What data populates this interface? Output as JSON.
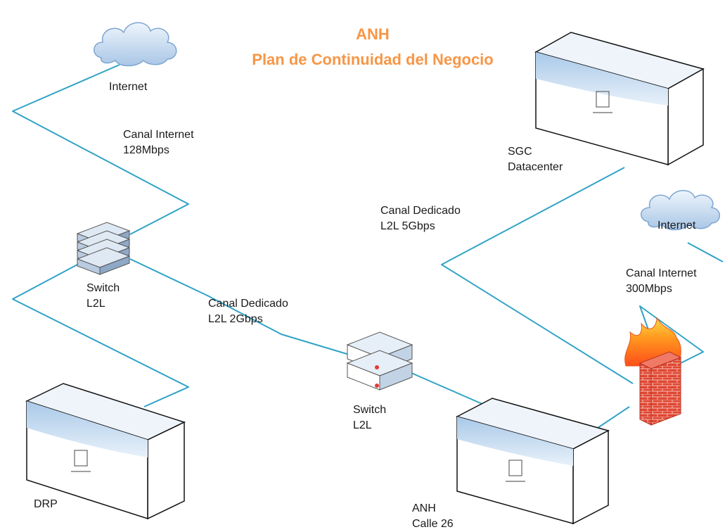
{
  "title": {
    "line1": "ANH",
    "line2": "Plan de Continuidad del Negocio"
  },
  "colors": {
    "title": "#f79646",
    "link": "#31a3c6",
    "cloud": "#bcd5ef",
    "device_face": "#c9dff4",
    "firewall_brick": "#e04632",
    "flame": "#ff9a1f"
  },
  "nodes": {
    "internet_top": {
      "label": "Internet",
      "icon": "cloud-icon"
    },
    "internet_right": {
      "label": "Internet",
      "icon": "cloud-icon"
    },
    "switch_left": {
      "line1": "Switch",
      "line2": "L2L",
      "icon": "switch-stack-icon"
    },
    "switch_center": {
      "line1": "Switch",
      "line2": "L2L",
      "icon": "switch-stack-icon"
    },
    "sgc": {
      "line1": "SGC",
      "line2": "Datacenter",
      "icon": "datacenter-box-icon"
    },
    "drp": {
      "label": "DRP",
      "icon": "datacenter-box-icon"
    },
    "anh": {
      "line1": "ANH",
      "line2": "Calle 26",
      "icon": "datacenter-box-icon"
    },
    "firewall": {
      "icon": "firewall-icon"
    }
  },
  "links": {
    "internet_left": {
      "line1": "Canal Internet",
      "line2": "128Mbps"
    },
    "dedicated_left": {
      "line1": "Canal Dedicado",
      "line2": "L2L 2Gbps"
    },
    "dedicated_right": {
      "line1": "Canal Dedicado",
      "line2": "L2L 5Gbps"
    },
    "internet_right": {
      "line1": "Canal Internet",
      "line2": "300Mbps"
    }
  }
}
